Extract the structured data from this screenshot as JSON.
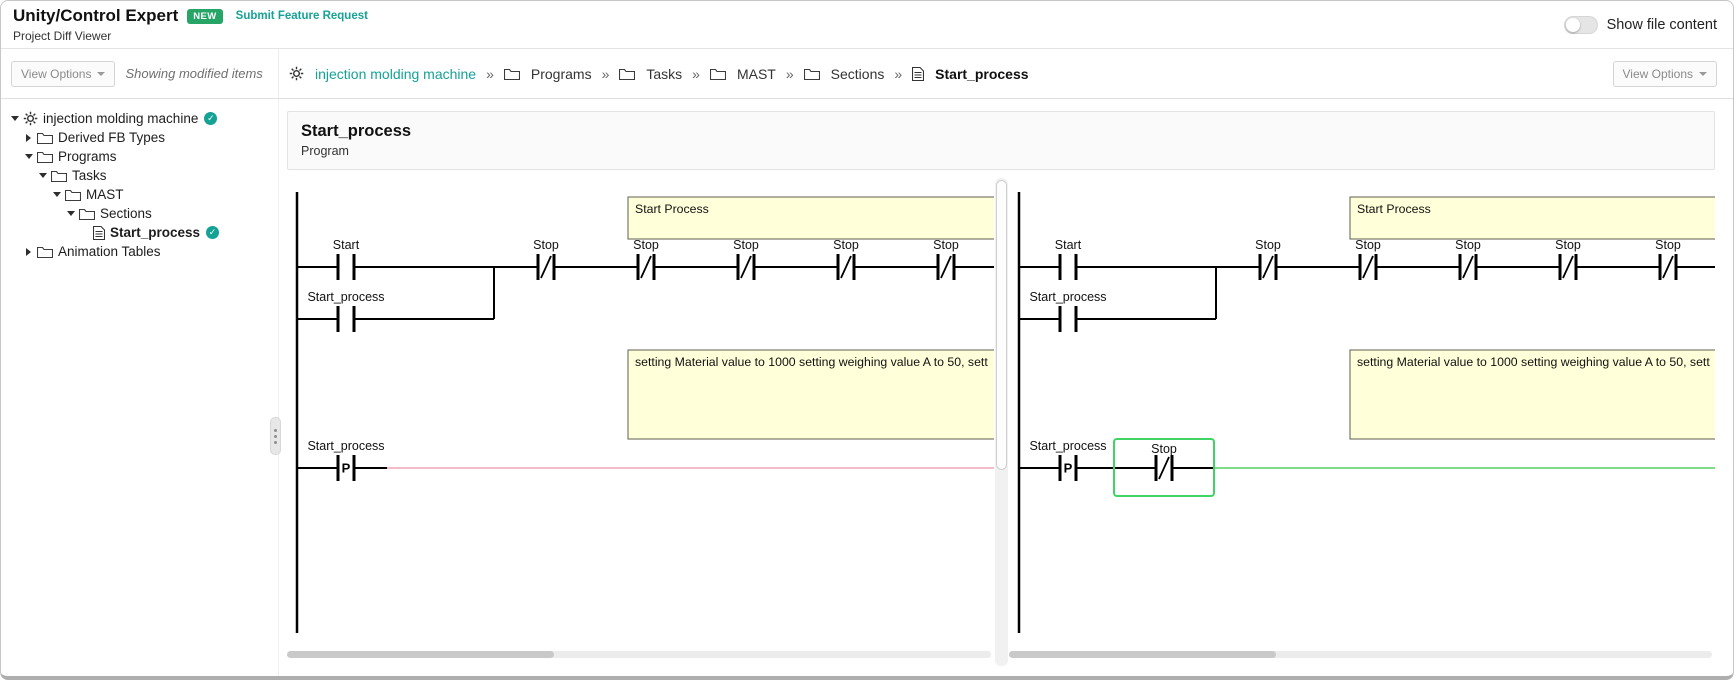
{
  "colors": {
    "accent_teal": "#16a296",
    "new_badge_green": "#27a567",
    "removed_line": "#f2bcc8",
    "added_line": "#7ddc8a",
    "added_highlight": "#3fd464",
    "comment_bg": "#ffffd9"
  },
  "header": {
    "app_title": "Unity/Control Expert",
    "new_badge": "NEW",
    "feature_request_link": "Submit Feature Request",
    "subtitle": "Project Diff Viewer",
    "show_file_content_label": "Show file content"
  },
  "toolbar": {
    "view_options_left": "View Options",
    "showing_modified": "Showing modified items",
    "view_options_right": "View Options"
  },
  "breadcrumb": {
    "separator": "»",
    "items": [
      {
        "label": "injection molding machine",
        "icon": "gear",
        "type": "link"
      },
      {
        "label": "Programs",
        "icon": "folder",
        "type": ""
      },
      {
        "label": "Tasks",
        "icon": "folder",
        "type": ""
      },
      {
        "label": "MAST",
        "icon": "folder",
        "type": ""
      },
      {
        "label": "Sections",
        "icon": "folder",
        "type": ""
      },
      {
        "label": "Start_process",
        "icon": "file",
        "type": "current"
      }
    ]
  },
  "sidebar": {
    "items": [
      {
        "label": "injection molding machine",
        "icon": "gear",
        "indent": 0,
        "caret": "down",
        "check": true,
        "bold": false
      },
      {
        "label": "Derived FB Types",
        "icon": "folder",
        "indent": 1,
        "caret": "right",
        "check": false,
        "bold": false
      },
      {
        "label": "Programs",
        "icon": "folder",
        "indent": 1,
        "caret": "down",
        "check": false,
        "bold": false
      },
      {
        "label": "Tasks",
        "icon": "folder",
        "indent": 2,
        "caret": "down",
        "check": false,
        "bold": false
      },
      {
        "label": "MAST",
        "icon": "folder",
        "indent": 3,
        "caret": "down",
        "check": false,
        "bold": false
      },
      {
        "label": "Sections",
        "icon": "folder",
        "indent": 4,
        "caret": "down",
        "check": false,
        "bold": false
      },
      {
        "label": "Start_process",
        "icon": "file",
        "indent": 5,
        "caret": "",
        "check": true,
        "bold": true
      },
      {
        "label": "Animation Tables",
        "icon": "folder",
        "indent": 1,
        "caret": "right",
        "check": false,
        "bold": false
      }
    ]
  },
  "main": {
    "title": "Start_process",
    "subtitle": "Program"
  },
  "ladder": {
    "comment_top": "Start Process",
    "comment_mid": "setting Material value to 1000 setting weighing value A to 50, sett",
    "rung1": {
      "contacts": [
        {
          "label": "Start",
          "type": "no"
        },
        {
          "label": "Stop",
          "type": "nc"
        },
        {
          "label": "Stop",
          "type": "nc"
        },
        {
          "label": "Stop",
          "type": "nc"
        },
        {
          "label": "Stop",
          "type": "nc"
        },
        {
          "label": "Stop",
          "type": "nc"
        }
      ],
      "branch_label": "Start_process"
    },
    "rung2": {
      "left": {
        "contact_label": "Start_process",
        "edge": "P",
        "diff": "removed"
      },
      "right": {
        "contact_label": "Start_process",
        "edge": "P",
        "diff": "added",
        "added_contact": {
          "label": "Stop",
          "type": "nc"
        }
      }
    }
  }
}
